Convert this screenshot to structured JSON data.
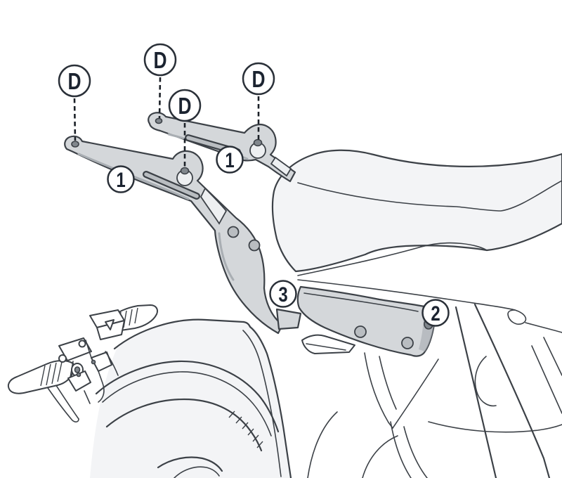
{
  "figure": {
    "description": "Motorcycle rear rack fitting line-art diagram with part callouts"
  },
  "callouts": {
    "d": [
      {
        "label": "D"
      },
      {
        "label": "D"
      },
      {
        "label": "D"
      },
      {
        "label": "D"
      }
    ],
    "numbered": [
      {
        "label": "1"
      },
      {
        "label": "1"
      },
      {
        "label": "3"
      },
      {
        "label": "2"
      }
    ]
  },
  "colors": {
    "background": "#ffffff",
    "line": "#3c4147",
    "body_fill": "#f3f4f6",
    "metal_fill": "#d4d7da",
    "metal_light": "#e0e2e5",
    "metal_shade": "#a9aeb3",
    "cut_fill": "#edeff1",
    "hole_fill": "#b9bdc1",
    "hole_dark": "#81878d",
    "callout_fill": "#ffffff",
    "callout_stroke": "#2a3038",
    "callout_text": "#1b2330",
    "leader": "#1b2027"
  }
}
